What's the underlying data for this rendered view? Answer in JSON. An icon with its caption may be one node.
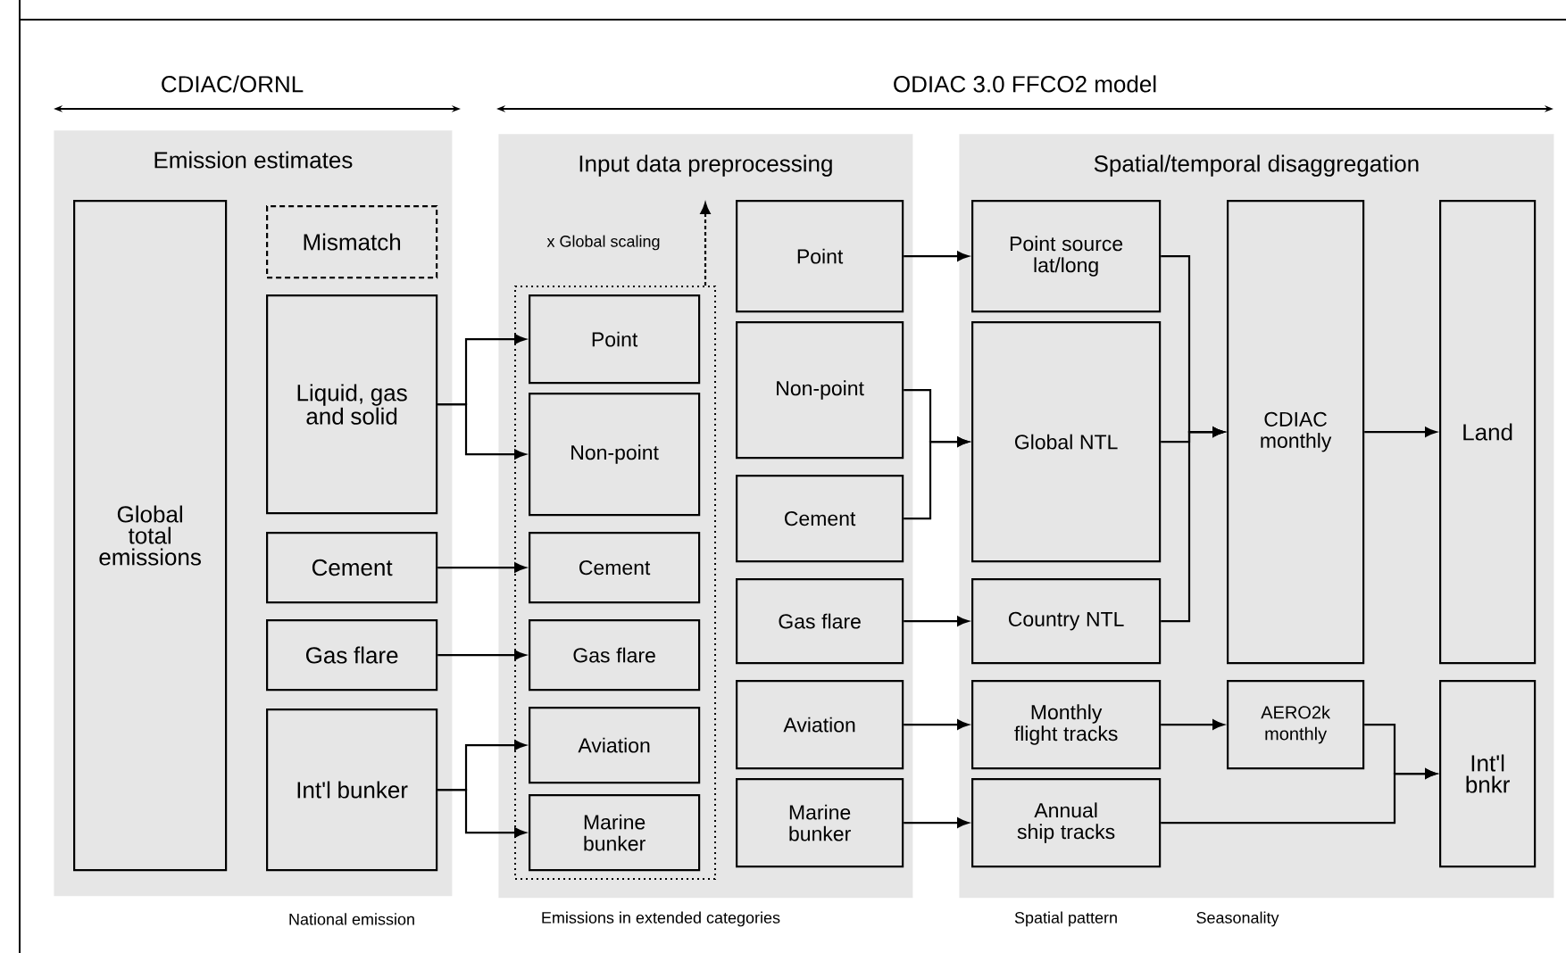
{
  "diagram": {
    "nodes": [
      {
        "text": [
          "Emission estimates"
        ]
      },
      {
        "text": [
          "Input data preprocessing"
        ]
      },
      {
        "text": [
          "Spatial/temporal disaggregation"
        ]
      },
      {
        "text": [
          "Global total emissions"
        ],
        "in": 0
      },
      {
        "text": [
          "Mismatch"
        ],
        "in": 0
      },
      {
        "text": [
          "Liquid, gas and solid"
        ],
        "in": 0
      },
      {
        "text": [
          "Cement"
        ],
        "in": 0
      },
      {
        "text": [
          "Gas flare"
        ],
        "in": 0
      },
      {
        "text": [
          "Int'l bunker"
        ],
        "in": 0
      },
      {
        "text": [],
        "shape": "box",
        "in": 1
      },
      {
        "text": [
          "Point"
        ],
        "in": 9
      },
      {
        "text": [
          "Non-point"
        ],
        "in": 9
      },
      {
        "text": [
          "Cement"
        ],
        "in": 9
      },
      {
        "text": [
          "Gas flare"
        ],
        "in": 9
      },
      {
        "text": [
          "Aviation"
        ],
        "in": 9
      },
      {
        "text": [
          "Marine bunker"
        ],
        "in": 9
      },
      {
        "text": [
          "Point"
        ],
        "in": 1
      },
      {
        "text": [
          "Non-point"
        ],
        "in": 1
      },
      {
        "text": [
          "Cement"
        ],
        "in": 1
      },
      {
        "text": [
          "Gas flare"
        ],
        "in": 1
      },
      {
        "text": [
          "Aviation"
        ],
        "in": 1
      },
      {
        "text": [
          "Marine bunker"
        ],
        "in": 1
      },
      {
        "text": [
          "Point source lat/long"
        ],
        "in": 2
      },
      {
        "text": [
          "Global NTL"
        ],
        "in": 2
      },
      {
        "text": [
          "Country NTL"
        ],
        "in": 2
      },
      {
        "text": [
          "Monthly flight tracks"
        ],
        "in": 2
      },
      {
        "text": [
          "Annual ship tracks"
        ],
        "in": 2
      },
      {
        "text": [
          "CDIAC monthly"
        ],
        "in": 2
      },
      {
        "text": [
          "AERO2k monthly"
        ],
        "in": 2
      },
      {
        "text": [
          "Land"
        ],
        "in": 2
      },
      {
        "text": [
          "Int'l bnkr"
        ],
        "in": 2
      }
    ],
    "edges": [
      {
        "from": 5,
        "to": 10,
        "arrow": "to"
      },
      {
        "from": 5,
        "to": 11,
        "arrow": "to"
      },
      {
        "from": 6,
        "to": 12,
        "arrow": "to"
      },
      {
        "from": 7,
        "to": 13,
        "arrow": "to"
      },
      {
        "from": 8,
        "to": 14,
        "arrow": "to"
      },
      {
        "from": 8,
        "to": 15,
        "arrow": "to"
      },
      {
        "from": 9,
        "to": null,
        "arrow": "to",
        "style": "dashed"
      },
      {
        "from": 16,
        "to": 22,
        "arrow": "to"
      },
      {
        "from": 17,
        "to": 23,
        "arrow": "to"
      },
      {
        "from": 18,
        "to": 23,
        "arrow": "to"
      },
      {
        "from": 19,
        "to": 24,
        "arrow": "to"
      },
      {
        "from": 20,
        "to": 25,
        "arrow": "to"
      },
      {
        "from": 21,
        "to": 26,
        "arrow": "to"
      },
      {
        "from": 22,
        "to": 27,
        "arrow": "to"
      },
      {
        "from": 23,
        "to": 27,
        "arrow": "to"
      },
      {
        "from": 24,
        "to": 27,
        "arrow": "to"
      },
      {
        "from": 27,
        "to": 29,
        "arrow": "to"
      },
      {
        "from": 25,
        "to": 28,
        "arrow": "to"
      },
      {
        "from": 28,
        "to": 30,
        "arrow": "to"
      },
      {
        "from": 26,
        "to": 30,
        "arrow": "to"
      }
    ],
    "labels": [
      "CDIAC/ORNL",
      "ODIAC 3.0 FFCO2 model",
      "x Global scaling",
      "National emission",
      "Emissions in extended categories",
      "Spatial pattern",
      "Seasonality"
    ]
  }
}
